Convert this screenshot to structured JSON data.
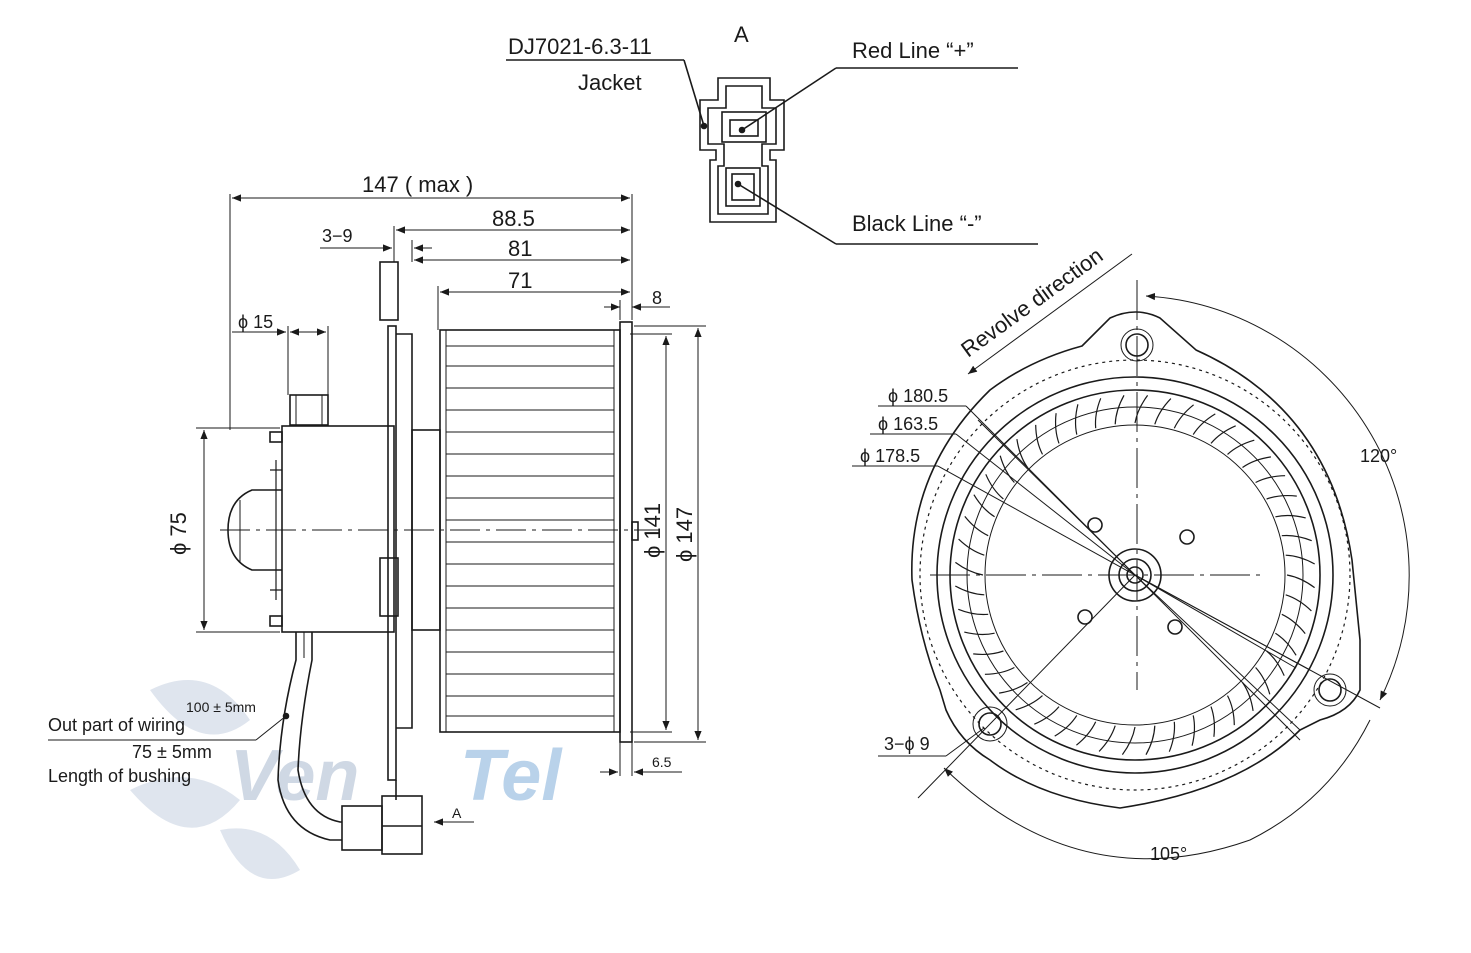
{
  "watermark": {
    "text": "VenTel",
    "text_1": "Ven",
    "text_2": "Tel",
    "color": "#cfd8e4"
  },
  "connector": {
    "view_label": "A",
    "part_number": "DJ7021-6.3-11",
    "jacket_label": "Jacket",
    "red_line": "Red Line “+”",
    "black_line": "Black Line “-”"
  },
  "side_view": {
    "overall_length": "147 ( max )",
    "dim_88_5": "88.5",
    "dim_81": "81",
    "dim_71": "71",
    "dim_3_9": "3−9",
    "dim_8": "8",
    "dim_6_5": "6.5",
    "shaft_dia": "ϕ 15",
    "motor_dia": "ϕ 75",
    "wheel_dia_141": "ϕ 141",
    "wheel_dia_147": "ϕ 147",
    "wiring_length": "100 ± 5mm",
    "wiring_label": "Out part of wiring",
    "bushing_length": "75 ± 5mm",
    "bushing_label": "Length of bushing",
    "view_arrow_label": "A"
  },
  "front_view": {
    "revolve_direction": "Revolve direction",
    "dia_180_5": "ϕ 180.5",
    "dia_163_5": "ϕ 163.5",
    "dia_178_5": "ϕ 178.5",
    "angle_120": "120°",
    "angle_105": "105°",
    "holes": "3−ϕ 9"
  },
  "colors": {
    "line": "#1a1a1a",
    "background": "#ffffff"
  }
}
